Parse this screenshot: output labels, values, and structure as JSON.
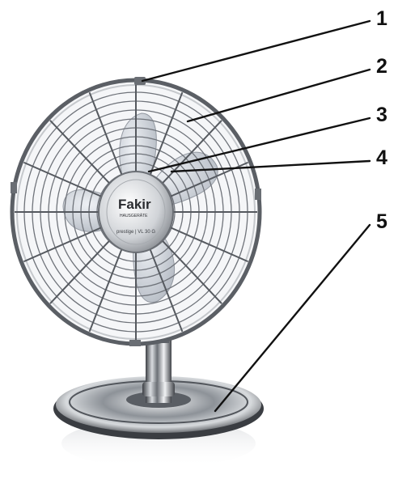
{
  "callouts": [
    {
      "number": "1",
      "part": "grille-top-clip"
    },
    {
      "number": "2",
      "part": "front-grille"
    },
    {
      "number": "3",
      "part": "blade-spinner"
    },
    {
      "number": "4",
      "part": "fan-blades"
    },
    {
      "number": "5",
      "part": "base"
    }
  ],
  "product": {
    "brand": "Fakir",
    "brand_sub": "HAUSGERÄTE",
    "model": "prestige | VL 30 G"
  },
  "colors": {
    "chrome_dark": "#4a4d52",
    "chrome_mid": "#9ca1a8",
    "chrome_light": "#e6e8eb",
    "blade": "#c9ced6",
    "line": "#111111"
  }
}
